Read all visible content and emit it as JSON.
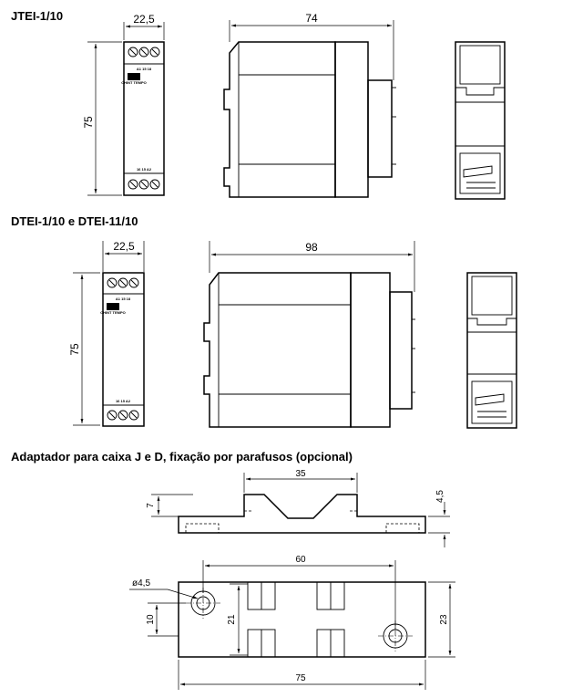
{
  "sections": {
    "jtei": {
      "title": "JTEI-1/10",
      "dim_width": "22,5",
      "dim_height": "75",
      "dim_depth": "74"
    },
    "dtei": {
      "title": "DTEI-1/10 e DTEI-11/10",
      "dim_width": "22,5",
      "dim_height": "75",
      "dim_depth": "98"
    },
    "adapter": {
      "title": "Adaptador para caixa J e D, fixação por parafusos (opcional)",
      "dim_top_width": "35",
      "dim_top_height": "7",
      "dim_thickness": "4,5",
      "dim_hole_spacing": "60",
      "dim_hole_diameter": "ø4,5",
      "dim_hole_offset": "10",
      "dim_inner_height": "21",
      "dim_total_height": "23",
      "dim_total_length": "75"
    }
  },
  "terminals": {
    "top_row": "A1 15 18",
    "bottom_row": "16 15 A2",
    "logo": "CHINT TEMPO"
  }
}
